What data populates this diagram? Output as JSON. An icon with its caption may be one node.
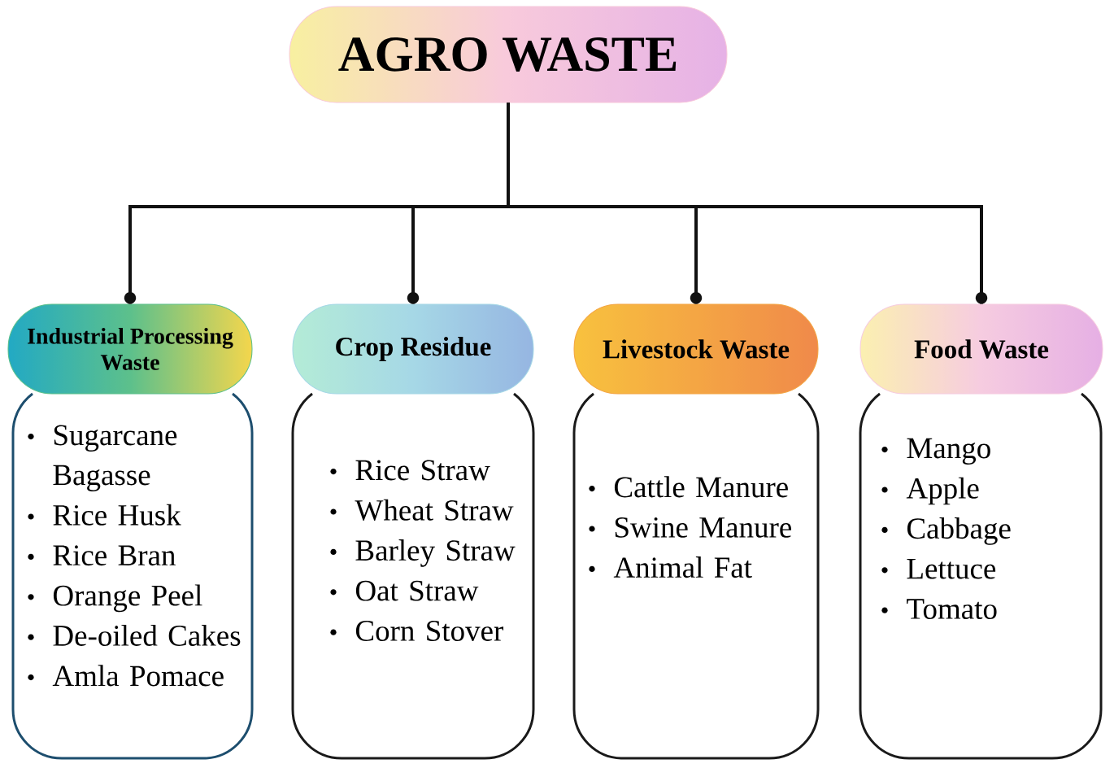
{
  "diagram": {
    "nodes": [
      {
        "text": [
          "AGRO WASTE"
        ]
      },
      {
        "text": [
          "Industrial Processing Waste"
        ]
      },
      {
        "text": [
          "Crop Residue"
        ]
      },
      {
        "text": [
          "Livestock Waste"
        ]
      },
      {
        "text": [
          "Food Waste"
        ]
      },
      {
        "text": [
          "Sugarcane Bagasse",
          "Rice Husk",
          "Rice Bran",
          "Orange Peel",
          "De-oiled Cakes",
          "Amla Pomace"
        ]
      },
      {
        "text": [
          "Rice Straw",
          "Wheat Straw",
          "Barley Straw",
          "Oat Straw",
          "Corn Stover"
        ]
      },
      {
        "text": [
          "Cattle Manure",
          "Swine Manure",
          "Animal Fat"
        ]
      },
      {
        "text": [
          "Mango",
          "Apple",
          "Cabbage",
          "Lettuce",
          "Tomato"
        ]
      }
    ],
    "edges": [
      {
        "from": 0,
        "to": 1,
        "arrow": "other"
      },
      {
        "from": 0,
        "to": 2,
        "arrow": "other"
      },
      {
        "from": 0,
        "to": 3,
        "arrow": "other"
      },
      {
        "from": 0,
        "to": 4,
        "arrow": "other"
      }
    ]
  }
}
